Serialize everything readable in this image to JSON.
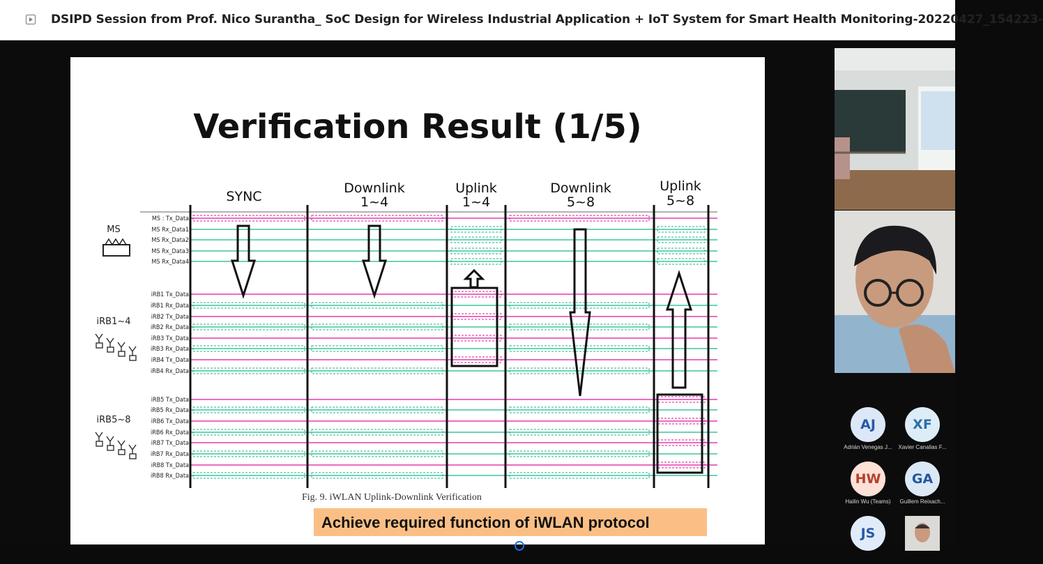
{
  "window": {
    "title": "DSIPD Session from Prof. Nico Surantha_ SoC Design for Wireless Industrial Application + IoT System for Smart Health Monitoring-20220427_154223-"
  },
  "slide": {
    "title": "Verification Result (1/5)",
    "phases": [
      {
        "line1": "SYNC",
        "line2": ""
      },
      {
        "line1": "Downlink",
        "line2": "1~4"
      },
      {
        "line1": "Uplink",
        "line2": "1~4"
      },
      {
        "line1": "Downlink",
        "line2": "5~8"
      },
      {
        "line1": "Uplink",
        "line2": "5~8"
      }
    ],
    "groups": [
      "MS",
      "iRB1~4",
      "iRB5~8"
    ],
    "signals": [
      "MS : Tx_Data",
      "MS Rx_Data1",
      "MS Rx_Data2",
      "MS Rx_Data3",
      "MS Rx_Data4",
      "iRB1 Tx_Data",
      "iRB1 Rx_Data",
      "iRB2 Tx_Data",
      "iRB2 Rx_Data",
      "iRB3 Tx_Data",
      "iRB3 Rx_Data",
      "iRB4 Tx_Data",
      "iRB4 Rx_Data",
      "iRB5 Tx_Data",
      "iRB5 Rx_Data",
      "iRB6 Tx_Data",
      "iRB6 Rx_Data",
      "iRB7 Tx_Data",
      "iRB7 Rx_Data",
      "iRB8 Tx_Data",
      "iRB8 Rx_Data"
    ],
    "caption": "Fig. 9.    iWLAN Uplink-Downlink Verification",
    "banner": "Achieve required function of iWLAN protocol",
    "colors": {
      "tx": "#e0169e",
      "rx": "#17b98a",
      "banner": "#fbbf86"
    }
  },
  "participants": [
    {
      "initials": "AJ",
      "name": "Adrián Venegas J...",
      "bg": "#dce8f8",
      "fg": "#2a5aa8"
    },
    {
      "initials": "XF",
      "name": "Xavier Canalias F...",
      "bg": "#dcedf7",
      "fg": "#2f6fa5"
    },
    {
      "initials": "HW",
      "name": "Hailin Wu (Teams)",
      "bg": "#fde0d6",
      "fg": "#b4402c"
    },
    {
      "initials": "GA",
      "name": "Guillem Reixach...",
      "bg": "#dbe8f6",
      "fg": "#24589c"
    },
    {
      "initials": "JS",
      "name": "",
      "bg": "#e0ecfa",
      "fg": "#2a5aa8"
    }
  ]
}
